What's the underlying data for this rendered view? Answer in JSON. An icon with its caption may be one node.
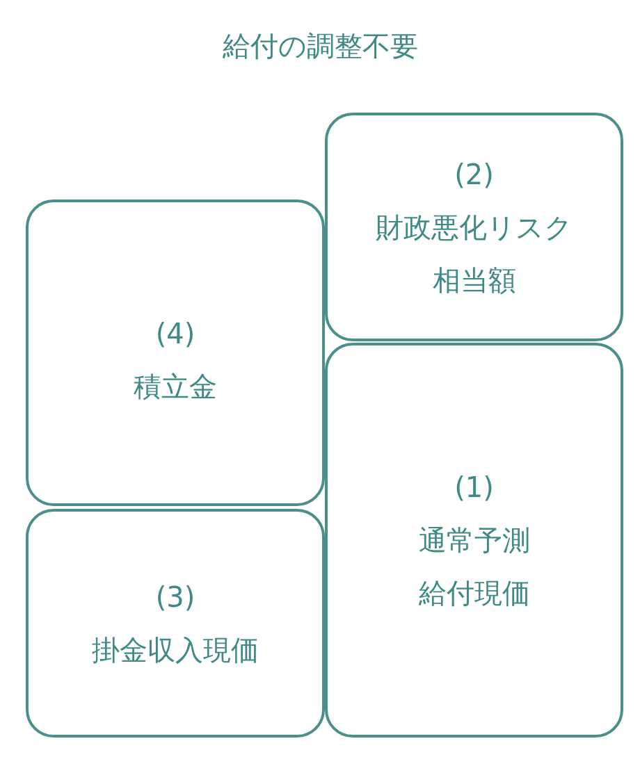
{
  "diagram": {
    "title": "給付の調整不要",
    "nodes": [
      {
        "text": [
          "(2)",
          "財政悪化リスク相当額"
        ]
      },
      {
        "text": [
          "(4)",
          "積立金"
        ]
      },
      {
        "text": [
          "(1)",
          "通常予測給付現価"
        ]
      },
      {
        "text": [
          "(3)",
          "掛金収入現価"
        ]
      }
    ]
  }
}
